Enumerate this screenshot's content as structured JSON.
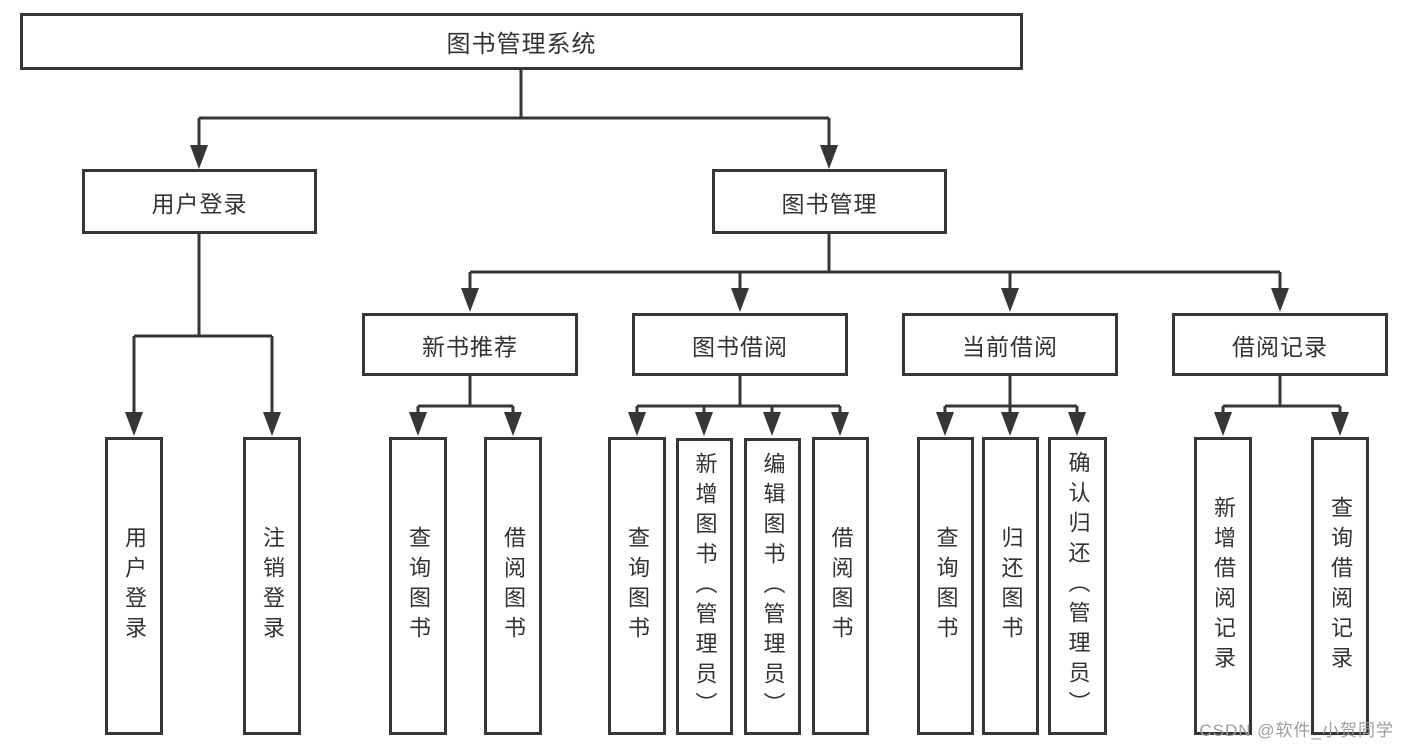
{
  "colors": {
    "line": "#363636",
    "box_border": "#363636",
    "box_fill": "#ffffff",
    "text": "#333333",
    "watermark": "#9e9e9e",
    "background": "#ffffff"
  },
  "tree": {
    "root": "图书管理系统",
    "children": [
      {
        "label": "用户登录",
        "leaves": [
          "用户登录",
          "注销登录"
        ]
      },
      {
        "label": "图书管理",
        "children": [
          {
            "label": "新书推荐",
            "leaves": [
              "查询图书",
              "借阅图书"
            ]
          },
          {
            "label": "图书借阅",
            "leaves": [
              "查询图书",
              "新增图书（管理员）",
              "编辑图书（管理员）",
              "借阅图书"
            ]
          },
          {
            "label": "当前借阅",
            "leaves": [
              "查询图书",
              "归还图书",
              "确认归还（管理员）"
            ]
          },
          {
            "label": "借阅记录",
            "leaves": [
              "新增借阅记录",
              "查询借阅记录"
            ]
          }
        ]
      }
    ]
  },
  "watermark": "CSDN @软件_小贺同学"
}
